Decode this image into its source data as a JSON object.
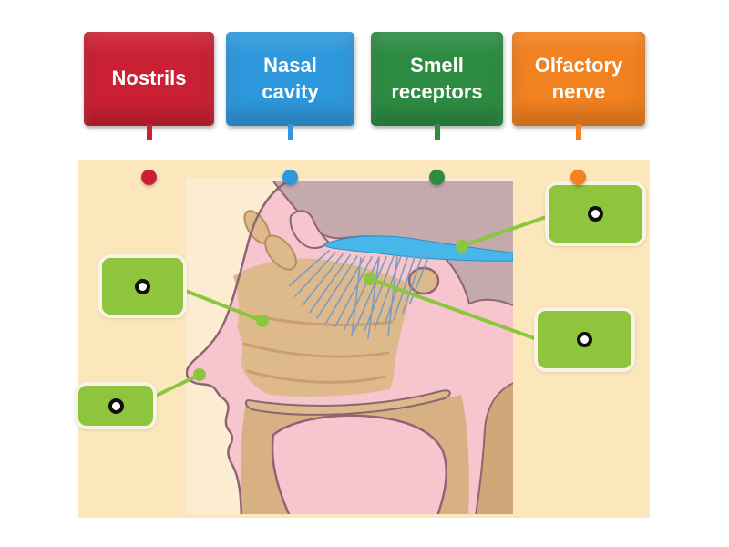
{
  "board": {
    "panel_color": "#fbe7bb",
    "zone_color": "#8fc53d",
    "zone_border_color": "#f8f3e3",
    "connector_color": "#8cc63e",
    "labels": [
      {
        "id": "nostrils",
        "text": "Nostrils",
        "color": "#ca2033"
      },
      {
        "id": "nasal-cavity",
        "text": "Nasal cavity",
        "color": "#2e98dc"
      },
      {
        "id": "smell-receptors",
        "text": "Smell receptors",
        "color": "#2d8c42"
      },
      {
        "id": "olfactory-nerve",
        "text": "Olfactory nerve",
        "color": "#f28120"
      }
    ]
  }
}
